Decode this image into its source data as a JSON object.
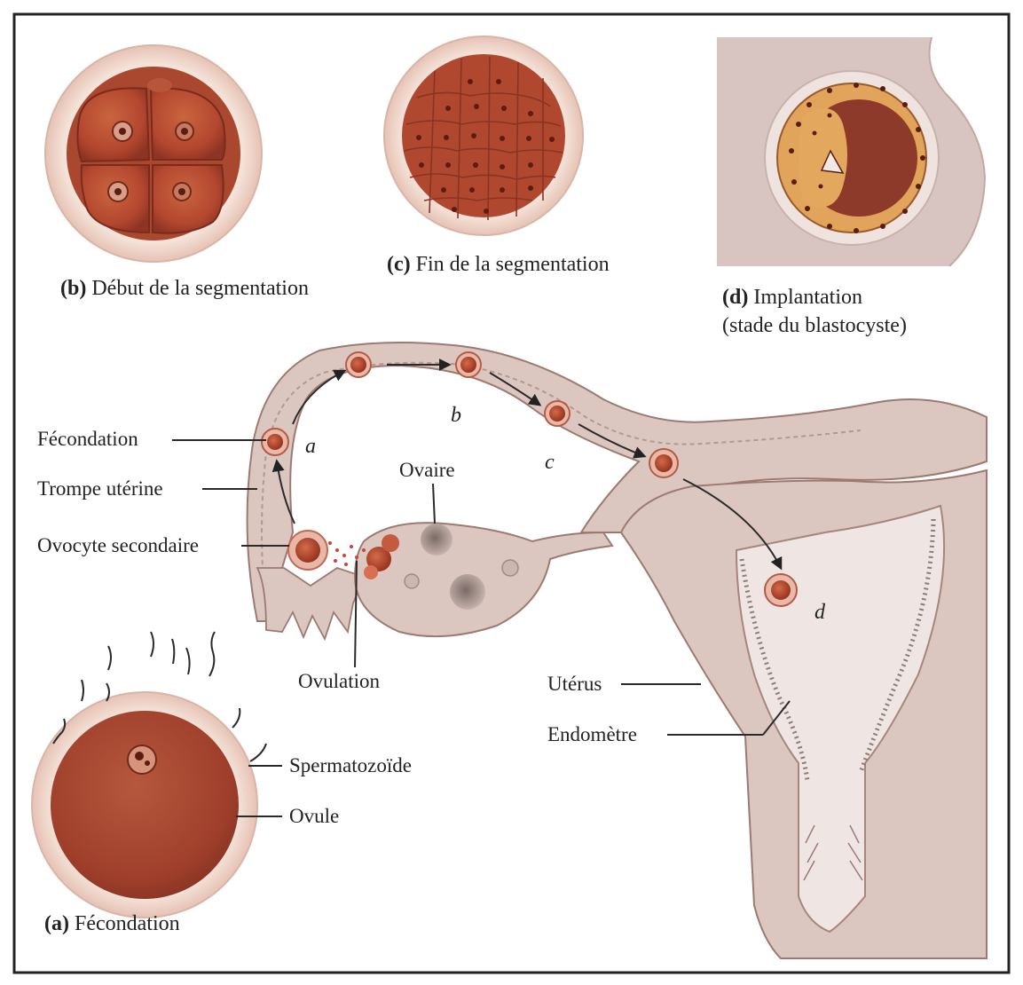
{
  "captions": {
    "a": {
      "letter": "(a)",
      "text": "Fécondation"
    },
    "b": {
      "letter": "(b)",
      "text": "Début de la segmentation"
    },
    "c": {
      "letter": "(c)",
      "text": "Fin de la segmentation"
    },
    "d": {
      "letter": "(d)",
      "line1": "Implantation",
      "line2": "(stade du blastocyste)"
    }
  },
  "labels": {
    "fecondation": "Fécondation",
    "trompe": "Trompe utérine",
    "ovocyte": "Ovocyte secondaire",
    "ovaire": "Ovaire",
    "ovulation": "Ovulation",
    "uterus": "Utérus",
    "endometre": "Endomètre",
    "spermatozoide": "Spermatozoïde",
    "ovule": "Ovule"
  },
  "stage_letters": {
    "a": "a",
    "b": "b",
    "c": "c",
    "d": "d"
  },
  "colors": {
    "frame": "#222222",
    "tissue": "#dcc6c0",
    "tissue_dark": "#c9a9a2",
    "cell": "#b8523a",
    "cell_dark": "#8e3424",
    "zona": "#f1dcd2",
    "blastocyst_bg": "#d9c6c2"
  }
}
